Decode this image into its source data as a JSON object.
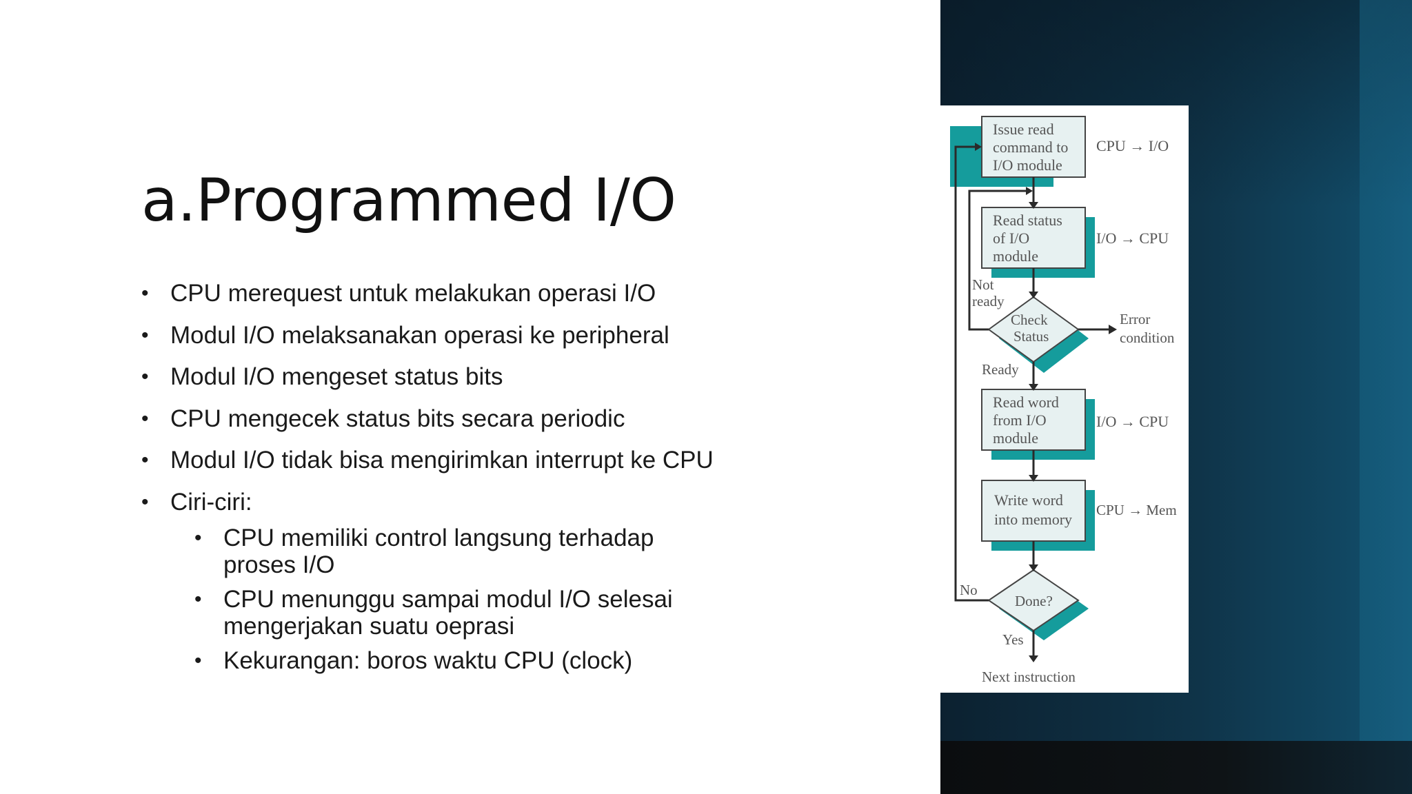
{
  "slide": {
    "title": "a.Programmed I/O",
    "bullets": [
      "CPU merequest  untuk melakukan operasi I/O",
      "Modul I/O melaksanakan operasi ke peripheral",
      "Modul I/O mengeset status bits",
      "CPU mengecek status bits secara periodic",
      "Modul I/O tidak bisa mengirimkan interrupt ke CPU",
      "Ciri-ciri:"
    ],
    "sub_bullets": [
      "CPU memiliki control langsung terhadap proses I/O",
      "CPU menunggu sampai modul I/O selesai mengerjakan suatu oeprasi",
      "Kekurangan: boros waktu CPU (clock)"
    ]
  },
  "flowchart": {
    "box1": [
      "Issue read",
      "command to",
      "I/O module"
    ],
    "box1_side": "CPU → I/O",
    "box2": [
      "Read status",
      "of I/O",
      "module"
    ],
    "box2_side": "I/O → CPU",
    "not_ready": [
      "Not",
      "ready"
    ],
    "decision1": [
      "Check",
      "Status"
    ],
    "error": [
      "Error",
      "condition"
    ],
    "ready": "Ready",
    "box3": [
      "Read word",
      "from I/O",
      "module"
    ],
    "box3_side": "I/O → CPU",
    "box4": [
      "Write word",
      "into memory"
    ],
    "box4_side": "CPU → Mem",
    "no": "No",
    "decision2": "Done?",
    "yes": "Yes",
    "next": "Next instruction"
  },
  "colors": {
    "accent_teal": "#159c9c",
    "panel_dark": "#0c2130"
  }
}
